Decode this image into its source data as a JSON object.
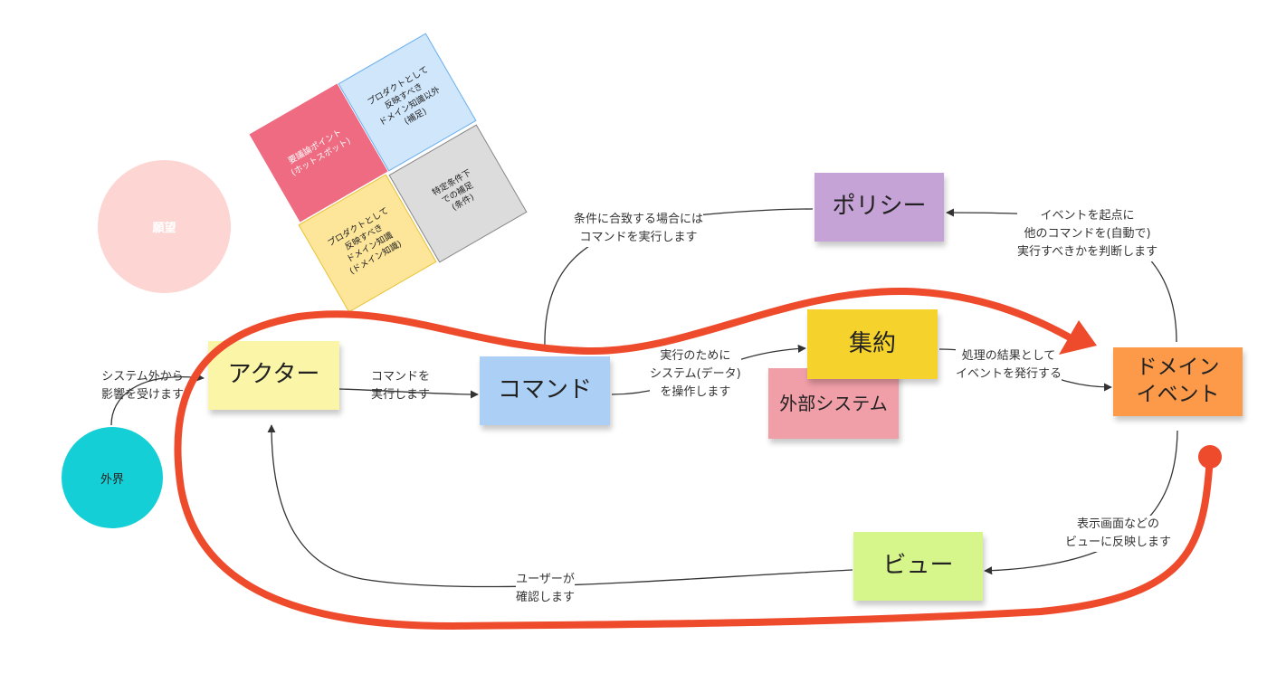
{
  "legend": {
    "hotspot": "要議論ポイント\n(ホットスポット)",
    "out_of_domain": "プロダクトとして\n反映すべき\nドメイン知識以外\n(補足)",
    "domain_knowledge": "プロダクトとして\n反映すべき\nドメイン知識\n(ドメイン知識)",
    "condition": "特定条件下\nでの補足\n(条件)",
    "hotspot_color": "#ee6b81",
    "out_of_domain_color": "#cfe6fb",
    "domain_knowledge_color": "#fde59a",
    "condition_color": "#dcdcdc"
  },
  "wish": {
    "label": "願望",
    "color": "#fdd5d2"
  },
  "external": {
    "label": "外界",
    "color": "#14cfd6"
  },
  "stickies": {
    "actor": {
      "label": "アクター",
      "color": "#fbf5a8"
    },
    "command": {
      "label": "コマンド",
      "color": "#acd0f5"
    },
    "aggregate": {
      "label": "集約",
      "color": "#f6d22c"
    },
    "external_system": {
      "label": "外部システム",
      "color": "#f09ea7"
    },
    "policy": {
      "label": "ポリシー",
      "color": "#c6a3d6"
    },
    "domain_event": {
      "label": "ドメイン\nイベント",
      "color": "#fc9a4a"
    },
    "view": {
      "label": "ビュー",
      "color": "#d6f58a"
    }
  },
  "edges": {
    "external_to_actor": "システム外から\n影響を受けます",
    "actor_to_command": "コマンドを\n実行します",
    "command_to_aggregate": "実行のために\nシステム(データ)\nを操作します",
    "command_to_policy": "条件に合致する場合には\nコマンドを実行します",
    "aggregate_to_event": "処理の結果として\nイベントを発行する",
    "event_to_policy": "イベントを起点に\n他のコマンドを(自動で)\n実行すべきかを判断します",
    "event_to_view": "表示画面などの\nビューに反映します",
    "view_to_actor": "ユーザーが\n確認します"
  },
  "colors": {
    "connector": "#333333",
    "flow_loop": "#ee4a2c"
  }
}
